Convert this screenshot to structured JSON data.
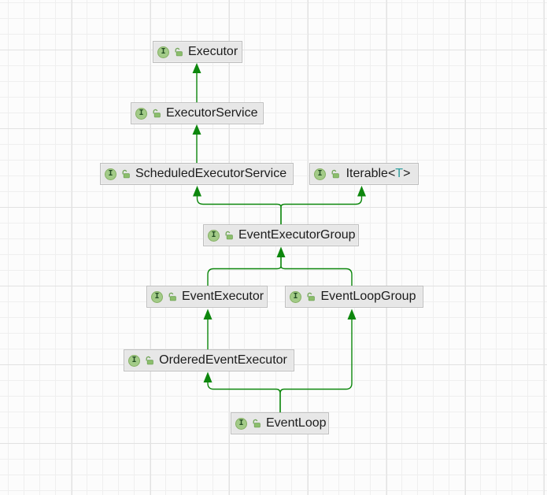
{
  "diagram": {
    "title": "netty-event-loop-interface-hierarchy",
    "colors": {
      "arrow_green": "#0D870D",
      "node_fill": "#E7E7E7",
      "node_border": "#BEBEBE",
      "interface_icon_fill": "#A3CB88",
      "interface_icon_border": "#84B063",
      "interface_letter_color": "#224D22",
      "lock_green": "#6FA455",
      "type_param_teal": "#2E9E9E",
      "label_color": "#1C1C1C",
      "grid_minor": "#EFEFEF",
      "grid_major": "#E2E2E2"
    },
    "icons": {
      "interface_letter": "I",
      "interface_icon_name": "interface-icon",
      "modifier_icon_name": "unlocked-icon"
    },
    "nodes": [
      {
        "label": "Executor",
        "kind": "interface"
      },
      {
        "label": "ExecutorService",
        "kind": "interface"
      },
      {
        "label": "ScheduledExecutorService",
        "kind": "interface"
      },
      {
        "label": "Iterable",
        "generic_open": "<",
        "type_param": "T",
        "generic_close": ">",
        "kind": "interface"
      },
      {
        "label": "EventExecutorGroup",
        "kind": "interface"
      },
      {
        "label": "EventExecutor",
        "kind": "interface"
      },
      {
        "label": "EventLoopGroup",
        "kind": "interface"
      },
      {
        "label": "OrderedEventExecutor",
        "kind": "interface"
      },
      {
        "label": "EventLoop",
        "kind": "interface"
      }
    ],
    "edges": [
      {
        "from": "ExecutorService",
        "to": "Executor",
        "relation": "extends"
      },
      {
        "from": "ScheduledExecutorService",
        "to": "ExecutorService",
        "relation": "extends"
      },
      {
        "from": "EventExecutorGroup",
        "to": "ScheduledExecutorService",
        "relation": "extends"
      },
      {
        "from": "EventExecutorGroup",
        "to": "Iterable<T>",
        "relation": "extends"
      },
      {
        "from": "EventExecutor",
        "to": "EventExecutorGroup",
        "relation": "extends"
      },
      {
        "from": "EventLoopGroup",
        "to": "EventExecutorGroup",
        "relation": "extends"
      },
      {
        "from": "OrderedEventExecutor",
        "to": "EventExecutor",
        "relation": "extends"
      },
      {
        "from": "EventLoop",
        "to": "OrderedEventExecutor",
        "relation": "extends"
      },
      {
        "from": "EventLoop",
        "to": "EventLoopGroup",
        "relation": "extends"
      }
    ]
  }
}
